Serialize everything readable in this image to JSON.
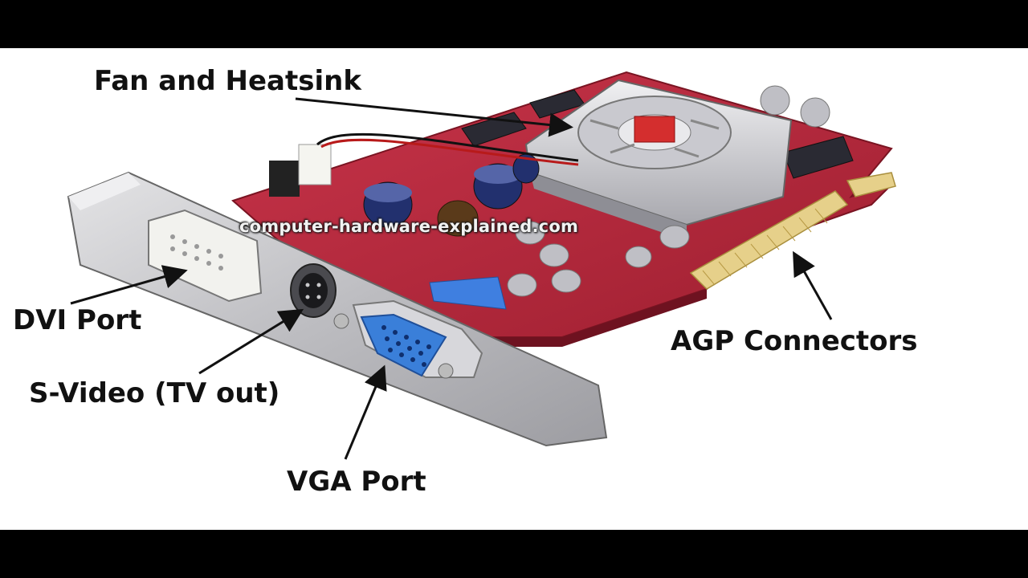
{
  "labels": {
    "fan_heatsink": "Fan and Heatsink",
    "dvi_port": "DVI Port",
    "s_video": "S-Video (TV out)",
    "vga_port": "VGA Port",
    "agp_connectors": "AGP Connectors"
  },
  "watermark": "computer-hardware-explained.com",
  "colors": {
    "letterbox": "#000000",
    "background": "#ffffff",
    "pcb": "#b8283a",
    "bracket": "#c9c9cc",
    "vga_connector": "#3a7fd9",
    "gold_contacts": "#e6d08a",
    "label_text": "#111111"
  }
}
